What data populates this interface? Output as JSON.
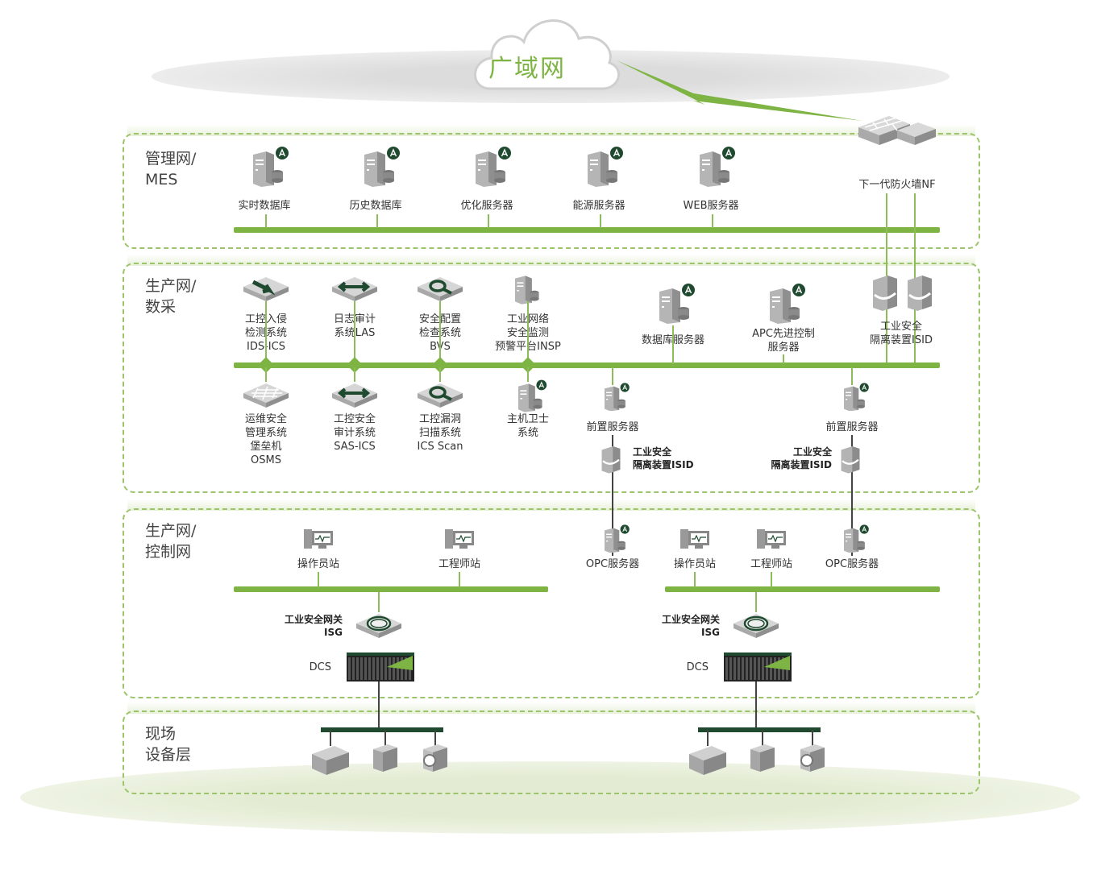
{
  "wan": {
    "label": "广域网"
  },
  "mgmt": {
    "title": "管理网/\nMES",
    "servers": [
      "实时数据库",
      "历史数据库",
      "优化服务器",
      "能源服务器",
      "WEB服务器"
    ],
    "firewall": "下一代防火墙NF"
  },
  "collect": {
    "title": "生产网/\n数采",
    "top": [
      "工控入侵\n检测系统\nIDS-ICS",
      "日志审计\n系统LAS",
      "安全配置\n检查系统\nBVS",
      "工业网络\n安全监测\n预警平台INSP",
      "数据库服务器",
      "APC先进控制\n服务器",
      "工业安全\n隔离装置ISID"
    ],
    "bottom": [
      "运维安全\n管理系统\n堡垒机\nOSMS",
      "工控安全\n审计系统\nSAS-ICS",
      "工控漏洞\n扫描系统\nICS Scan",
      "主机卫士\n系统"
    ],
    "front_server_left": "前置服务器",
    "front_server_right": "前置服务器",
    "isid_left": "工业安全\n隔离装置ISID",
    "isid_right": "工业安全\n隔离装置ISID"
  },
  "control": {
    "title": "生产网/\n控制网",
    "left": [
      "操作员站",
      "工程师站"
    ],
    "opc_left": "OPC服务器",
    "right": [
      "操作员站",
      "工程师站"
    ],
    "opc_right": "OPC服务器",
    "isg_left": "工业安全网关\nISG",
    "isg_right": "工业安全网关\nISG",
    "dcs_left": "DCS",
    "dcs_right": "DCS"
  },
  "field": {
    "title": "现场\n设备层"
  },
  "server_badge": "A",
  "colors": {
    "accent": "#7db443",
    "dark": "#1f4a30",
    "gray": "#a9a9a9"
  }
}
